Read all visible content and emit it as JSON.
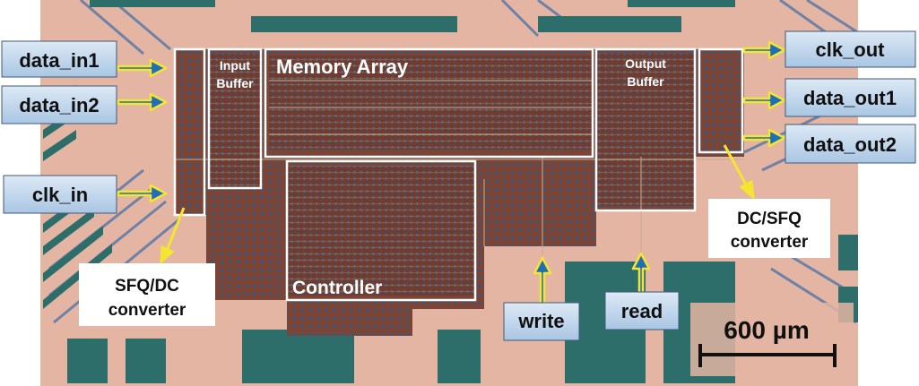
{
  "modules": {
    "memory_array": "Memory Array",
    "input_buffer_line1": "Input",
    "input_buffer_line2": "Buffer",
    "output_buffer_line1": "Output",
    "output_buffer_line2": "Buffer",
    "controller": "Controller"
  },
  "inputs": {
    "data_in1": "data_in1",
    "data_in2": "data_in2",
    "clk_in": "clk_in"
  },
  "outputs": {
    "clk_out": "clk_out",
    "data_out1": "data_out1",
    "data_out2": "data_out2"
  },
  "controls": {
    "write": "write",
    "read": "read"
  },
  "converters": {
    "sfq_dc_line1": "SFQ/DC",
    "sfq_dc_line2": "converter",
    "dc_sfq_line1": "DC/SFQ",
    "dc_sfq_line2": "converter"
  },
  "scale_bar": "600 µm",
  "colors": {
    "substrate": "#e3b5a2",
    "chip_fill": "#7d4a3a",
    "pad": "#2e6e6a",
    "label_box": "#c7dbee",
    "arrow": "#1e6fb8",
    "arrow_outline": "#f5e52e"
  }
}
